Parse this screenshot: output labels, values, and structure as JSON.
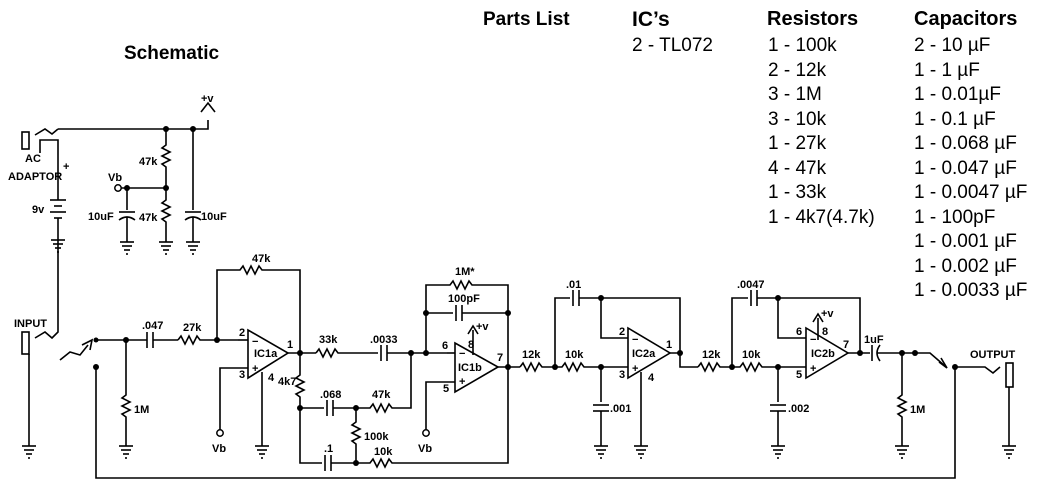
{
  "headings": {
    "schematic": "Schematic",
    "parts_list": "Parts List",
    "ics": "IC’s",
    "resistors": "Resistors",
    "capacitors": "Capacitors"
  },
  "parts": {
    "ics": [
      "2 - TL072"
    ],
    "resistors": [
      "1 - 100k",
      "2 - 12k",
      "3 - 1M",
      "3 - 10k",
      "1 - 27k",
      "4 - 47k",
      "1 - 33k",
      "1 - 4k7(4.7k)"
    ],
    "capacitors": [
      "2 - 10 µF",
      "1 - 1 µF",
      "1 - 0.01µF",
      "1 - 0.1 µF",
      "1 - 0.068 µF",
      "1 - 0.047 µF",
      "1 - 0.0047 µF",
      "1 - 100pF",
      "1 - 0.001 µF",
      "1 - 0.002 µF",
      "1 - 0.0033 µF"
    ]
  },
  "schematic_labels": {
    "plus_v": "+v",
    "ac": "AC",
    "adaptor": "ADAPTOR",
    "plus": "+",
    "battery": "9v",
    "vb": "Vb",
    "r47k": "47k",
    "c10uf": "10uF",
    "input": "INPUT",
    "output": "OUTPUT",
    "c047": ".047",
    "r27k": "27k",
    "r1m": "1M",
    "r1m_star": "1M*",
    "c100pf": "100pF",
    "r33k": "33k",
    "c0033": ".0033",
    "c068": ".068",
    "r4k7": "4k7",
    "r100k": "100k",
    "c1": ".1",
    "r10k": "10k",
    "r12k": "12k",
    "c01": ".01",
    "c001": ".001",
    "c0047": ".0047",
    "c002": ".002",
    "c1uf": "1uF",
    "ic1a": "IC1a",
    "ic1b": "IC1b",
    "ic2a": "IC2a",
    "ic2b": "IC2b",
    "pin1": "1",
    "pin2": "2",
    "pin3": "3",
    "pin4": "4",
    "pin5": "5",
    "pin6": "6",
    "pin7": "7",
    "pin8": "8",
    "minus": "−"
  }
}
